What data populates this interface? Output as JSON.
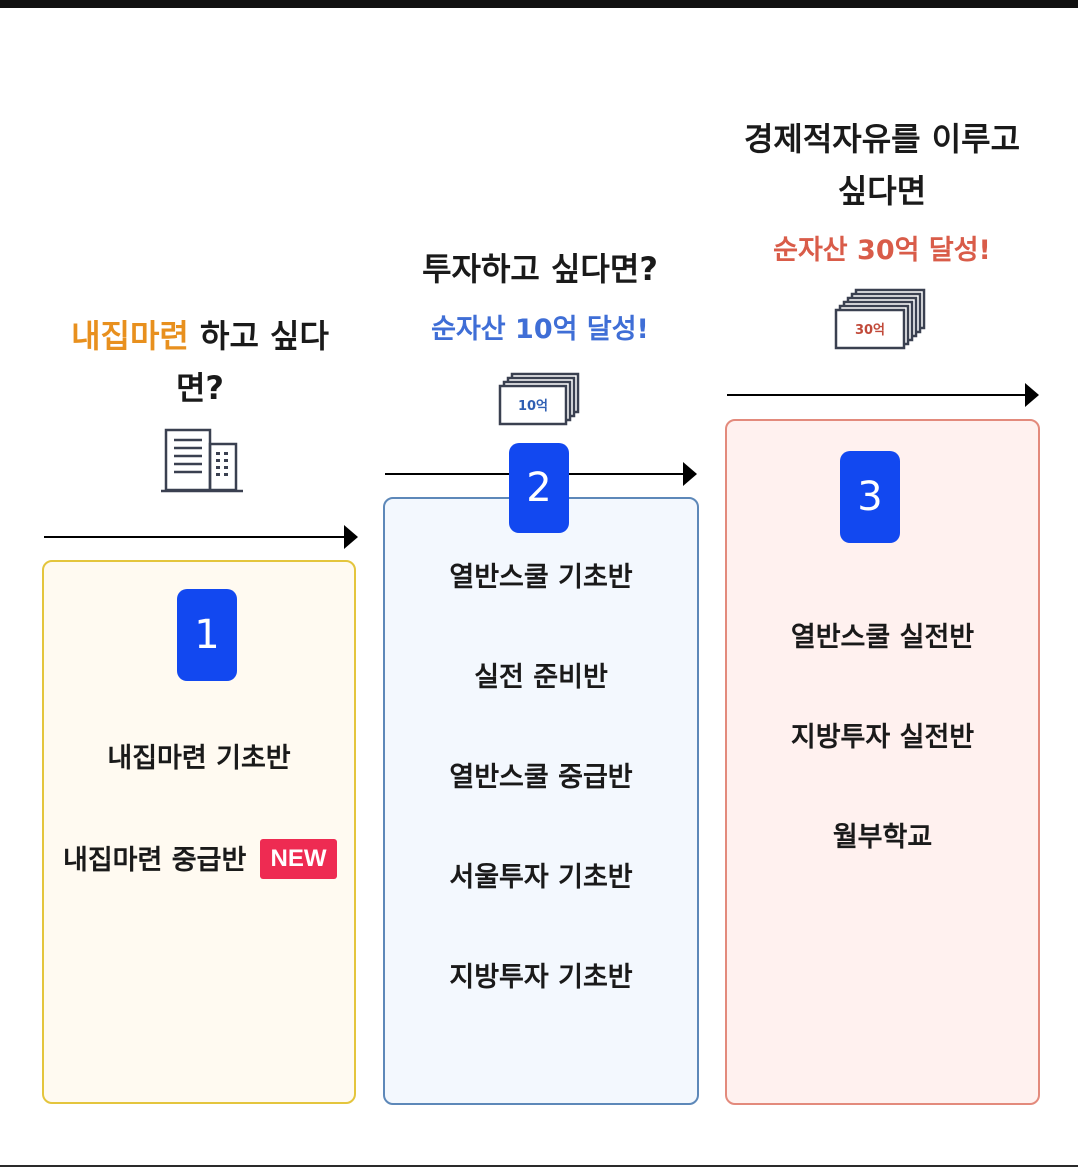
{
  "step1": {
    "heading_highlight": "내집마련",
    "heading_rest_line1": " 하고 싶다",
    "heading_line2": "면?",
    "icon": "building-icon",
    "number": "1",
    "items": [
      "내집마련 기초반",
      "내집마련 중급반"
    ],
    "new_badge": "NEW",
    "colors": {
      "highlight": "#e8901e",
      "card_bg": "#fffaf1",
      "card_border": "#e4c53d"
    }
  },
  "step2": {
    "heading": "투자하고 싶다면?",
    "subheading": "순자산 10억 달성!",
    "icon": "money-stack-icon",
    "icon_label": "10억",
    "number": "2",
    "items": [
      "열반스쿨 기초반",
      "실전 준비반",
      "열반스쿨 중급반",
      "서울투자 기초반",
      "지방투자 기초반"
    ],
    "colors": {
      "subheading": "#3f6ed6",
      "card_bg": "#f3f8fe",
      "card_border": "#5d88b9"
    }
  },
  "step3": {
    "heading_line1": "경제적자유를 이루고",
    "heading_line2": "싶다면",
    "subheading": "순자산 30억 달성!",
    "icon": "money-stack-icon",
    "icon_label": "30억",
    "number": "3",
    "items": [
      "열반스쿨 실전반",
      "지방투자 실전반",
      "월부학교"
    ],
    "colors": {
      "subheading": "#d95c49",
      "card_bg": "#fff1ef",
      "card_border": "#e38a7c"
    }
  },
  "colors": {
    "badge": "#1248f0",
    "new_badge": "#ee2b52"
  }
}
